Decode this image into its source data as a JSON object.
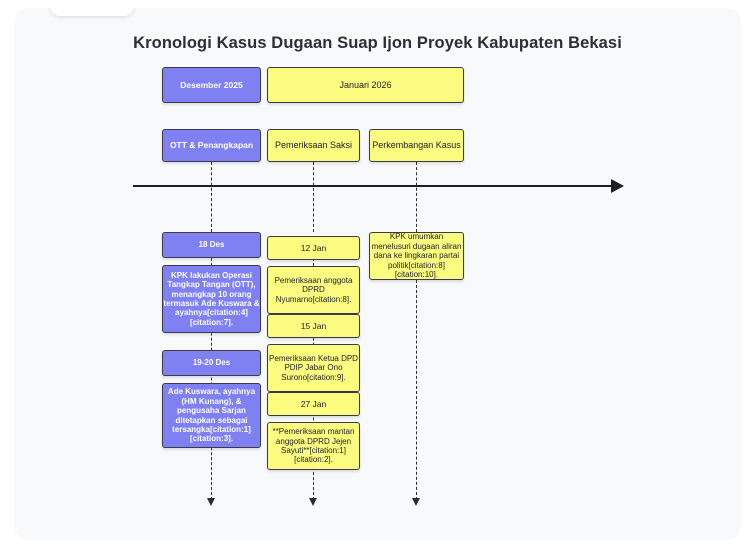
{
  "page": {
    "title": "Kronologi Kasus Dugaan Suap Ijon Proyek Kabupaten Bekasi",
    "background": "#f7f9fb",
    "accent_purple": "#7f80f2",
    "accent_yellow": "#fbfb80"
  },
  "bands": [
    {
      "label": "Desember 2025",
      "color": "purple"
    },
    {
      "label": "Januari 2026",
      "color": "yellow"
    }
  ],
  "categories": [
    {
      "label": "OTT & Penangkapan",
      "color": "purple"
    },
    {
      "label": "Pemeriksaan Saksi",
      "color": "yellow"
    },
    {
      "label": "Perkembangan Kasus",
      "color": "yellow"
    }
  ],
  "columns": [
    {
      "name": "ott-penangkapan",
      "color": "purple",
      "entries": [
        {
          "date": "18 Des",
          "detail": "KPK lakukan Operasi Tangkap Tangan (OTT), menangkap 10 orang termasuk Ade Kuswara & ayahnya[citation:4][citation:7]."
        },
        {
          "date": "19-20 Des",
          "detail": "Ade Kuswara, ayahnya (HM Kunang), & pengusaha Sarjan ditetapkan sebagai tersangka[citation:1][citation:3]."
        }
      ]
    },
    {
      "name": "pemeriksaan-saksi",
      "color": "yellow",
      "entries": [
        {
          "date": "12 Jan",
          "detail": "Pemeriksaan anggota DPRD Nyumarno[citation:8]."
        },
        {
          "date": "15 Jan",
          "detail": "Pemeriksaan Ketua DPD PDIP Jabar Ono Surono[citation:9]."
        },
        {
          "date": "27 Jan",
          "detail": "**Pemeriksaan mantan anggota DPRD Jejen Sayuti**[citation:1][citation:2]."
        }
      ]
    },
    {
      "name": "perkembangan-kasus",
      "color": "yellow",
      "entries": [
        {
          "date": "",
          "detail": "KPK umumkan menelusuri dugaan aliran dana ke lingkaran partai politik[citation:8][citation:10]."
        }
      ]
    }
  ]
}
